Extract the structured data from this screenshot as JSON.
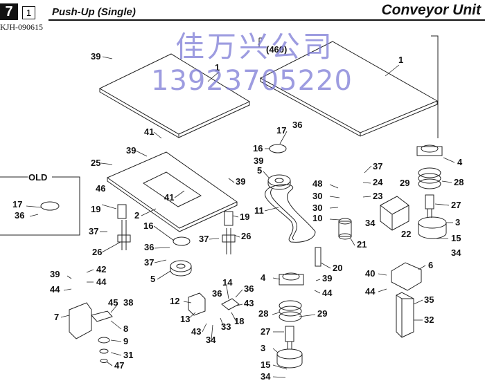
{
  "header": {
    "chapter_number": "7",
    "sub_number": "1",
    "title": "Push-Up (Single)",
    "section": "Conveyor Unit",
    "doc_id": "KJH-090615"
  },
  "watermark": {
    "line1": "佳万兴公司",
    "line2": "13923705220"
  },
  "old_box_label": "OLD",
  "model_tag": "(460)",
  "callouts": {
    "c01": "39",
    "c02": "1",
    "c03": "1",
    "c04": "41",
    "c05": "39",
    "c06": "25",
    "c07": "46",
    "c08": "19",
    "c09": "37",
    "c10": "26",
    "c11": "2",
    "c12": "41",
    "c13": "39",
    "c14": "19",
    "c15": "37",
    "c16": "26",
    "c17": "16",
    "c18": "36",
    "c19": "37",
    "c20": "5",
    "c21": "17",
    "c22": "36",
    "c23": "16",
    "c24": "39",
    "c25": "5",
    "c26": "11",
    "c27": "48",
    "c28": "30",
    "c29": "30",
    "c30": "10",
    "c31": "37",
    "c32": "24",
    "c33": "23",
    "c34": "34",
    "c35": "21",
    "c36": "22",
    "c37": "4",
    "c38": "29",
    "c39": "28",
    "c40": "27",
    "c41": "3",
    "c42": "15",
    "c43": "34",
    "c44": "17",
    "c45": "36",
    "c46": "39",
    "c47": "42",
    "c48": "44",
    "c49": "44",
    "c50": "7",
    "c51": "45",
    "c52": "38",
    "c53": "8",
    "c54": "9",
    "c55": "31",
    "c56": "47",
    "c57": "12",
    "c58": "36",
    "c59": "13",
    "c60": "43",
    "c61": "34",
    "c62": "14",
    "c63": "36",
    "c64": "43",
    "c65": "18",
    "c66": "33",
    "c67": "20",
    "c68": "4",
    "c69": "39",
    "c70": "44",
    "c71": "28",
    "c72": "29",
    "c73": "27",
    "c74": "3",
    "c75": "15",
    "c76": "34",
    "c77": "40",
    "c78": "6",
    "c79": "44",
    "c80": "35",
    "c81": "32"
  }
}
